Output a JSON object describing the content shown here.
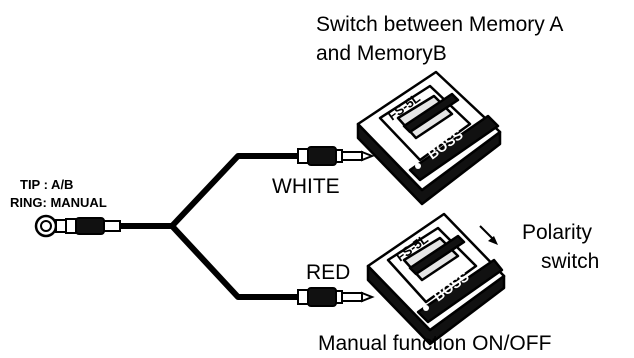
{
  "caption_top": {
    "line1": "Switch between Memory A",
    "line2": "and MemoryB"
  },
  "caption_bottom": "Manual function ON/OFF",
  "plug_labels": {
    "tip": "TIP   : A/B",
    "ring": "RING: MANUAL"
  },
  "cable_labels": {
    "white": "WHITE",
    "red": "RED"
  },
  "polarity": {
    "line1": "Polarity",
    "line2": "switch"
  },
  "pedal_markings": {
    "model": "FS-5L",
    "brand": "BOSS"
  }
}
